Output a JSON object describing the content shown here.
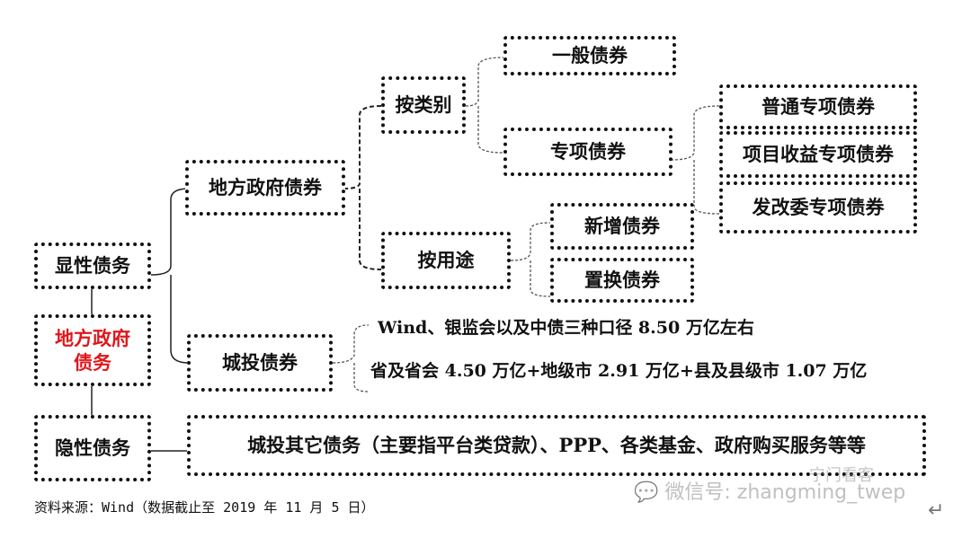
{
  "diagram": {
    "root": {
      "label": "地方政府\n债务",
      "color": "#e0161b"
    },
    "explicit": {
      "label": "显性债务"
    },
    "implicit": {
      "label": "隐性债务"
    },
    "local_gov_bonds": {
      "label": "地方政府债券"
    },
    "by_category": {
      "label": "按类别"
    },
    "by_use": {
      "label": "按用途"
    },
    "general_bonds": {
      "label": "一般债券"
    },
    "special_bonds": {
      "label": "专项债券"
    },
    "ordinary_special": {
      "label": "普通专项债券"
    },
    "project_income_special": {
      "label": "项目收益专项债券"
    },
    "ndrc_special": {
      "label": "发改委专项债券"
    },
    "new_bonds": {
      "label": "新增债券"
    },
    "replacement_bonds": {
      "label": "置换债券"
    },
    "chengtou_bonds": {
      "label": "城投债券"
    },
    "chengtou_notes": [
      "Wind、银监会以及中债三种口径 8.50 万亿左右",
      "省及省会 4.50 万亿+地级市 2.91 万亿+县及县级市 1.07 万亿"
    ],
    "implicit_detail": {
      "label": "城投其它债务（主要指平台类贷款）、PPP、各类基金、政府购买服务等等"
    }
  },
  "footer": {
    "source": "资料来源：Wind（数据截止至 2019 年 11 月 5 日）"
  },
  "watermark": {
    "text": "微信号: zhangming_twep",
    "account": "宁门看客",
    "icon": "wechat-icon"
  }
}
